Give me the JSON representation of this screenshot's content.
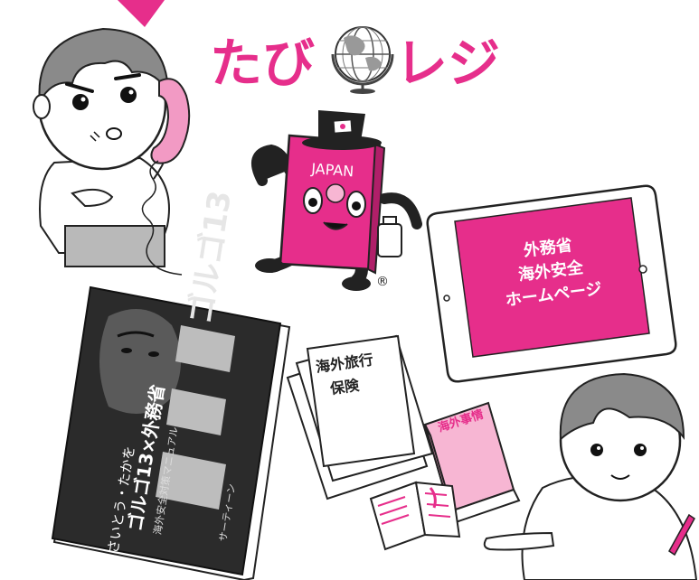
{
  "logo": {
    "text_left": "たび",
    "text_right": "レジ",
    "globe_icon": "globe-icon"
  },
  "mascot": {
    "passport_label": "JAPAN",
    "registered_mark": "®"
  },
  "tablet": {
    "line1": "外務省",
    "line2": "海外安全",
    "line3": "ホームページ"
  },
  "manga": {
    "title": "ゴルゴ13",
    "subtitle": "ゴルゴ13×外務省",
    "tagline": "海外安全対策マニュアル",
    "reading": "サーティーン",
    "author": "さいとう・たかを"
  },
  "insurance": {
    "line1": "海外旅行",
    "line2": "保険"
  },
  "guidebook": {
    "spine_label": "海外事情"
  },
  "colors": {
    "brand_pink": "#e62e8b",
    "light_pink": "#f7b6d3",
    "dark": "#1a1a1a"
  }
}
